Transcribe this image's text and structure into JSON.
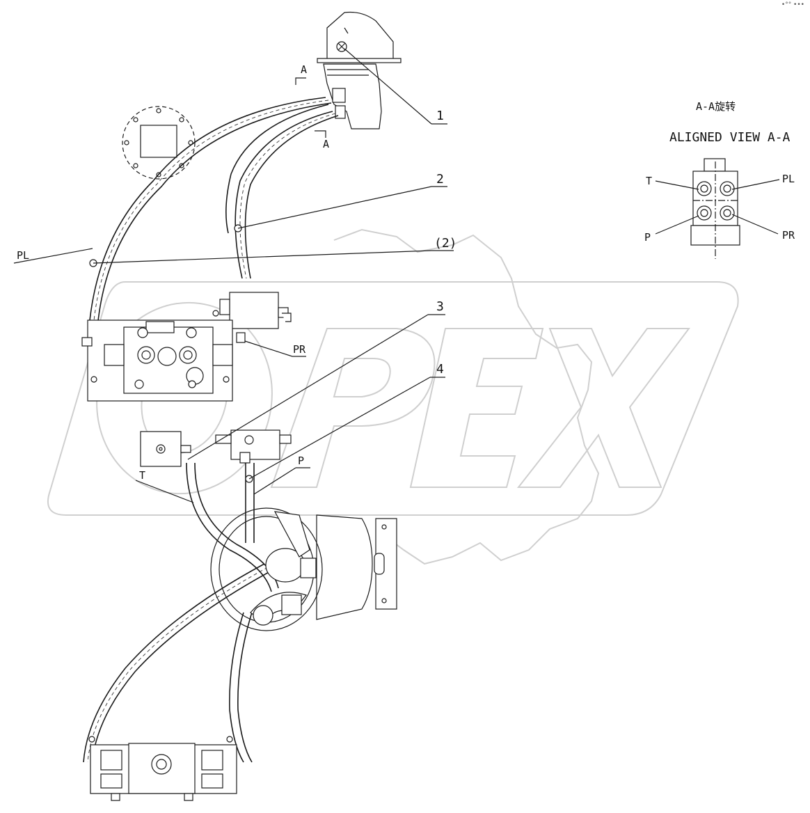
{
  "corner_mark": "•°° •••",
  "watermark": "OPEX",
  "section_markers": {
    "top": "A",
    "bottom": "A"
  },
  "callouts": [
    {
      "id": "1",
      "text": "1"
    },
    {
      "id": "2",
      "text": "2"
    },
    {
      "id": "2b",
      "text": "(2)"
    },
    {
      "id": "3",
      "text": "3"
    },
    {
      "id": "4",
      "text": "4"
    }
  ],
  "port_labels": {
    "pl": "PL",
    "pr": "PR",
    "t": "T",
    "p": "P"
  },
  "aligned_view": {
    "title_cn": "A-A旋转",
    "title_en": "ALIGNED VIEW A-A",
    "ports": {
      "t": "T",
      "pl": "PL",
      "p": "P",
      "pr": "PR"
    }
  }
}
